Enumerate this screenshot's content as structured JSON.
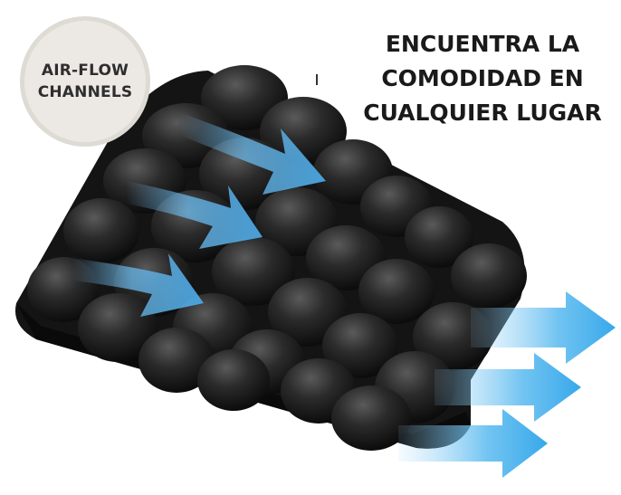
{
  "badge": {
    "line1": "AIR-FLOW",
    "line2": "CHANNELS"
  },
  "headline": {
    "line1": "ENCUENTRA LA",
    "line2": "COMODIDAD EN",
    "line3": "CUALQUIER LUGAR"
  },
  "colors": {
    "cushion": "#1b1b1b",
    "cell": "#2a2a2a",
    "arrow": "#5aa9e0",
    "badge_bg": "#ece9e5"
  },
  "icons": [
    "air-flow-arrow-icon"
  ]
}
